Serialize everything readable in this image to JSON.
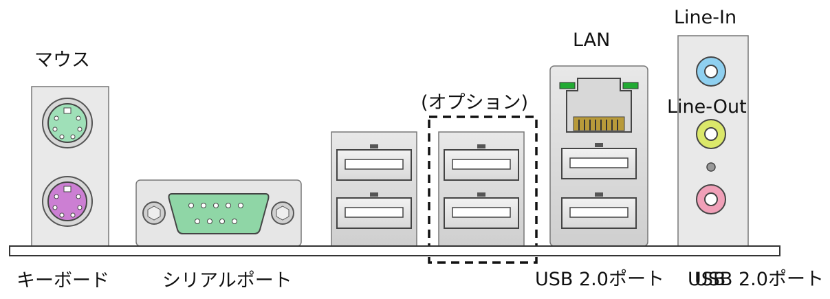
{
  "labels": {
    "mouse": "マウス",
    "keyboard": "キーボード",
    "serial_port": "シリアルポート",
    "optional": "(オプション)",
    "lan": "LAN",
    "line_in": "Line-In",
    "line_out": "Line-Out",
    "usb20_port_a": "USB 2.0ポート",
    "usb20_port_b": "USB 2.0ポート",
    "usb20_port_overlap": "USB"
  },
  "colors": {
    "mouse_port": "#9fe0b8",
    "keyboard_port": "#cc7fd3",
    "serial_port": "#8fd6a6",
    "line_in": "#8fd0f0",
    "line_out": "#dbe86a",
    "mic": "#f0a0b8",
    "lan_led": "#22aa33"
  }
}
